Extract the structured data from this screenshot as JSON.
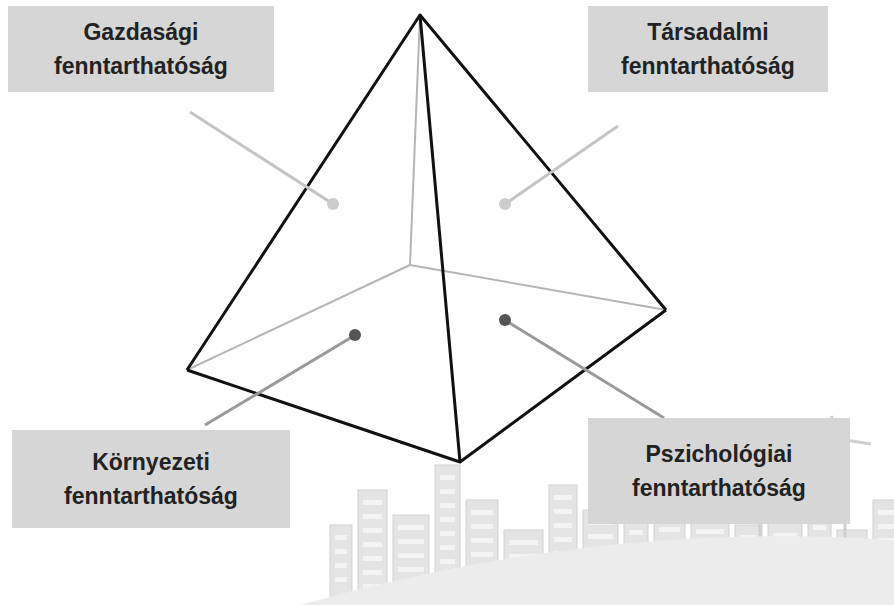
{
  "diagram": {
    "nodes": [
      {
        "text": [
          "Gazdasági fenntarthatóság"
        ]
      },
      {
        "text": [
          "Társadalmi fenntarthatóság"
        ]
      },
      {
        "text": [
          "Környezeti fenntarthatóság"
        ]
      },
      {
        "text": [
          "Pszichológiai fenntarthatóság"
        ]
      }
    ]
  }
}
